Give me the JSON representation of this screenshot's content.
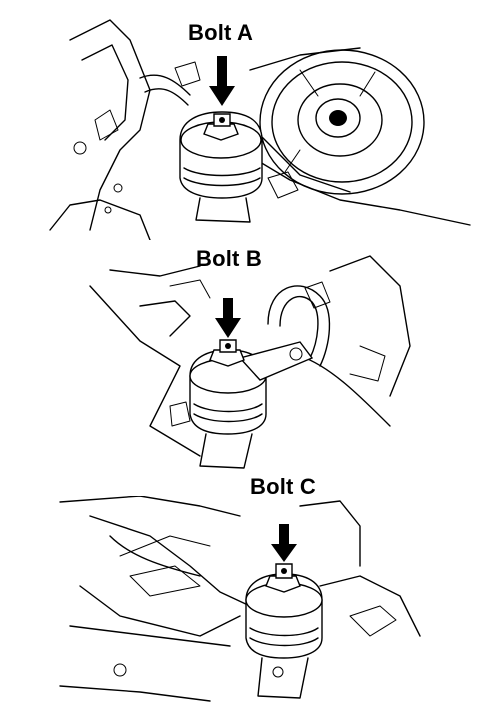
{
  "figure": {
    "panels": [
      {
        "label": "Bolt A",
        "arrow_icon": "down-arrow-icon"
      },
      {
        "label": "Bolt B",
        "arrow_icon": "down-arrow-icon"
      },
      {
        "label": "Bolt C",
        "arrow_icon": "down-arrow-icon"
      }
    ],
    "line_color": "#000000",
    "background_color": "#ffffff"
  }
}
